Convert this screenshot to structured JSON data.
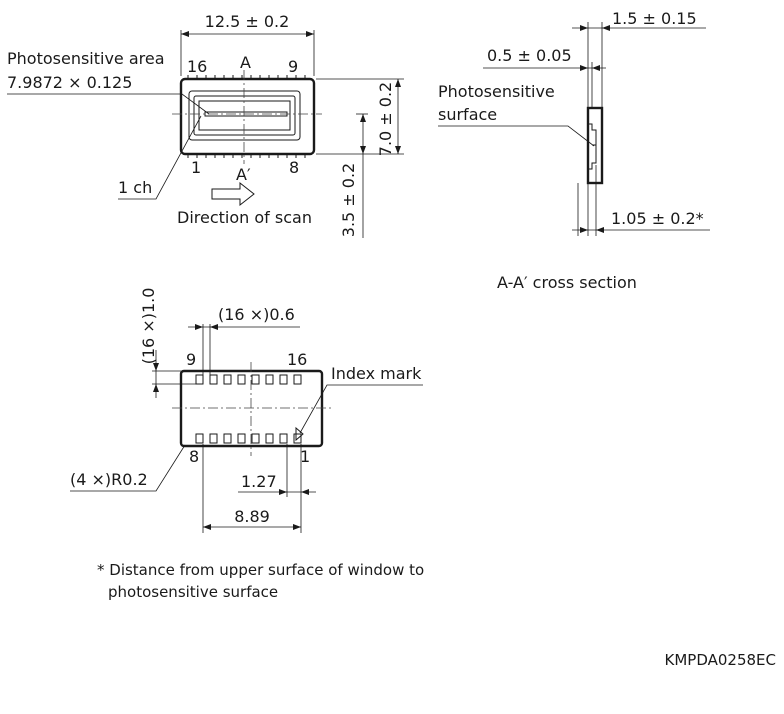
{
  "top_view": {
    "width_dim": "12.5 ± 0.2",
    "area_label": "Photosensitive area",
    "area_size": "7.9872 × 0.125",
    "pin_16": "16",
    "pin_9": "9",
    "pin_1": "1",
    "pin_8": "8",
    "section_a": "A",
    "section_a_prime": "A′",
    "height_dim": "7.0 ± 0.2",
    "offset_dim": "3.5 ± 0.2",
    "channel_label": "1 ch",
    "scan_label": "Direction of scan"
  },
  "side_view": {
    "thickness_dim": "1.5 ± 0.15",
    "window_dim": "0.5 ± 0.05",
    "surface_label_line1": "Photosensitive",
    "surface_label_line2": "surface",
    "depth_dim": "1.05 ± 0.2*",
    "caption": "A-A′ cross section"
  },
  "bottom_view": {
    "pad_height_dim": "(16 ×)1.0",
    "pad_width_dim": "(16 ×)0.6",
    "pin_9": "9",
    "pin_16": "16",
    "pin_8": "8",
    "pin_1": "1",
    "index_label": "Index mark",
    "corner_dim": "(4 ×)R0.2",
    "pitch_dim": "1.27",
    "span_dim": "8.89"
  },
  "footnote_line1": "* Distance from upper surface of window to",
  "footnote_line2": "photosensitive surface",
  "drawing_code": "KMPDA0258EC"
}
